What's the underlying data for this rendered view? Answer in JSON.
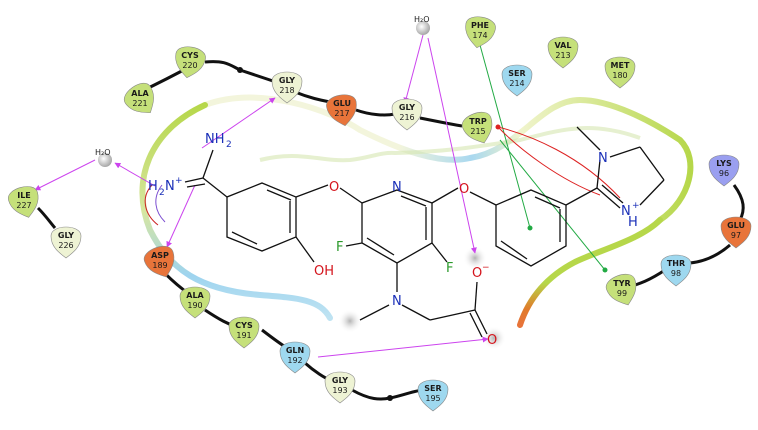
{
  "colors": {
    "hydrophobic": "#c5e07a",
    "polar": "#9ed8ef",
    "negative": "#e8743a",
    "positive": "#9a9ff0",
    "glycine": "#eef3d4",
    "nitrogen": "#1a2fb8",
    "oxygen": "#d4141c",
    "hbond_arrow": "#cc44ee",
    "pi_stack": "#22aa44",
    "cation_pi": "#dd2222"
  },
  "residues": [
    {
      "id": "ala221",
      "name": "ALA",
      "num": "221",
      "type": "hydrophobic"
    },
    {
      "id": "cys220",
      "name": "CYS",
      "num": "220",
      "type": "hydrophobic"
    },
    {
      "id": "gly218",
      "name": "GLY",
      "num": "218",
      "type": "glycine"
    },
    {
      "id": "glu217",
      "name": "GLU",
      "num": "217",
      "type": "negative"
    },
    {
      "id": "gly216",
      "name": "GLY",
      "num": "216",
      "type": "glycine"
    },
    {
      "id": "trp215",
      "name": "TRP",
      "num": "215",
      "type": "hydrophobic"
    },
    {
      "id": "phe174",
      "name": "PHE",
      "num": "174",
      "type": "hydrophobic"
    },
    {
      "id": "ser214",
      "name": "SER",
      "num": "214",
      "type": "polar"
    },
    {
      "id": "val213",
      "name": "VAL",
      "num": "213",
      "type": "hydrophobic"
    },
    {
      "id": "met180",
      "name": "MET",
      "num": "180",
      "type": "hydrophobic"
    },
    {
      "id": "lys96",
      "name": "LYS",
      "num": "96",
      "type": "positive"
    },
    {
      "id": "glu97",
      "name": "GLU",
      "num": "97",
      "type": "negative"
    },
    {
      "id": "thr98",
      "name": "THR",
      "num": "98",
      "type": "polar"
    },
    {
      "id": "tyr99",
      "name": "TYR",
      "num": "99",
      "type": "hydrophobic"
    },
    {
      "id": "ile227",
      "name": "ILE",
      "num": "227",
      "type": "hydrophobic"
    },
    {
      "id": "gly226",
      "name": "GLY",
      "num": "226",
      "type": "glycine"
    },
    {
      "id": "asp189",
      "name": "ASP",
      "num": "189",
      "type": "negative"
    },
    {
      "id": "ala190",
      "name": "ALA",
      "num": "190",
      "type": "hydrophobic"
    },
    {
      "id": "cys191",
      "name": "CYS",
      "num": "191",
      "type": "hydrophobic"
    },
    {
      "id": "gln192",
      "name": "GLN",
      "num": "192",
      "type": "polar"
    },
    {
      "id": "gly193",
      "name": "GLY",
      "num": "193",
      "type": "glycine"
    },
    {
      "id": "ser195",
      "name": "SER",
      "num": "195",
      "type": "polar"
    }
  ],
  "waters": [
    {
      "id": "water1",
      "label": "H₂O"
    },
    {
      "id": "water2",
      "label": "H₂O"
    }
  ],
  "atoms": {
    "nh2": "NH",
    "nh2_sub": "2",
    "h2n": "H",
    "h2n_sub": "2",
    "n_plus": "N",
    "plus": "+",
    "o_ether_left": "O",
    "o_ether_right": "O",
    "n_pyridine": "N",
    "f_left": "F",
    "f_right": "F",
    "oh": "OH",
    "n_amine": "N",
    "o_minus": "O",
    "minus": "−",
    "o_carbonyl": "O",
    "n_methyl": "N",
    "n_h": "N",
    "n_h_plus": "+",
    "h_label": "H"
  }
}
